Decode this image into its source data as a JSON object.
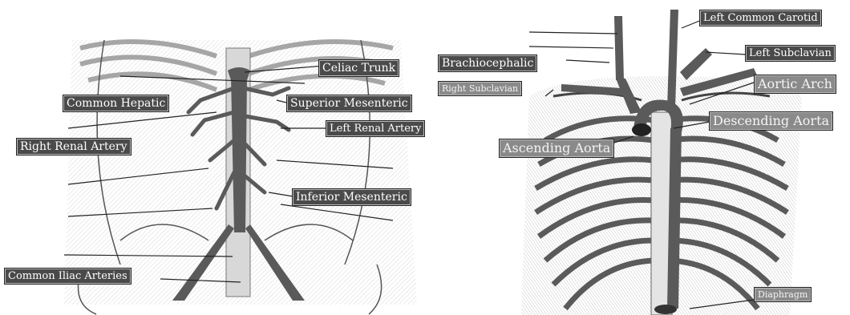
{
  "abdomen_labels": {
    "celiac_trunk": "Celiac Trunk",
    "common_hepatic": "Common Hepatic",
    "superior_mesenteric": "Superior Mesenteric",
    "left_renal_artery": "Left Renal Artery",
    "right_renal_artery": "Right Renal Artery",
    "inferior_mesenteric": "Inferior Mesenteric",
    "common_iliac_arteries": "Common Iliac Arteries"
  },
  "thorax_labels": {
    "left_common_carotid": "Left Common Carotid",
    "left_subclavian": "Left Subclavian",
    "brachiocephalic": "Brachiocephalic",
    "right_subclavian": "Right Subclavian",
    "aortic_arch": "Aortic Arch",
    "descending_aorta": "Descending Aorta",
    "ascending_aorta": "Ascending Aorta",
    "diaphragm": "Diaphragm"
  },
  "colors": {
    "label_bg": "#4a4a4a",
    "label_light_bg": "#8a8a8a",
    "label_text": "#ffffff",
    "vessel": "#555555",
    "line": "#222222"
  }
}
